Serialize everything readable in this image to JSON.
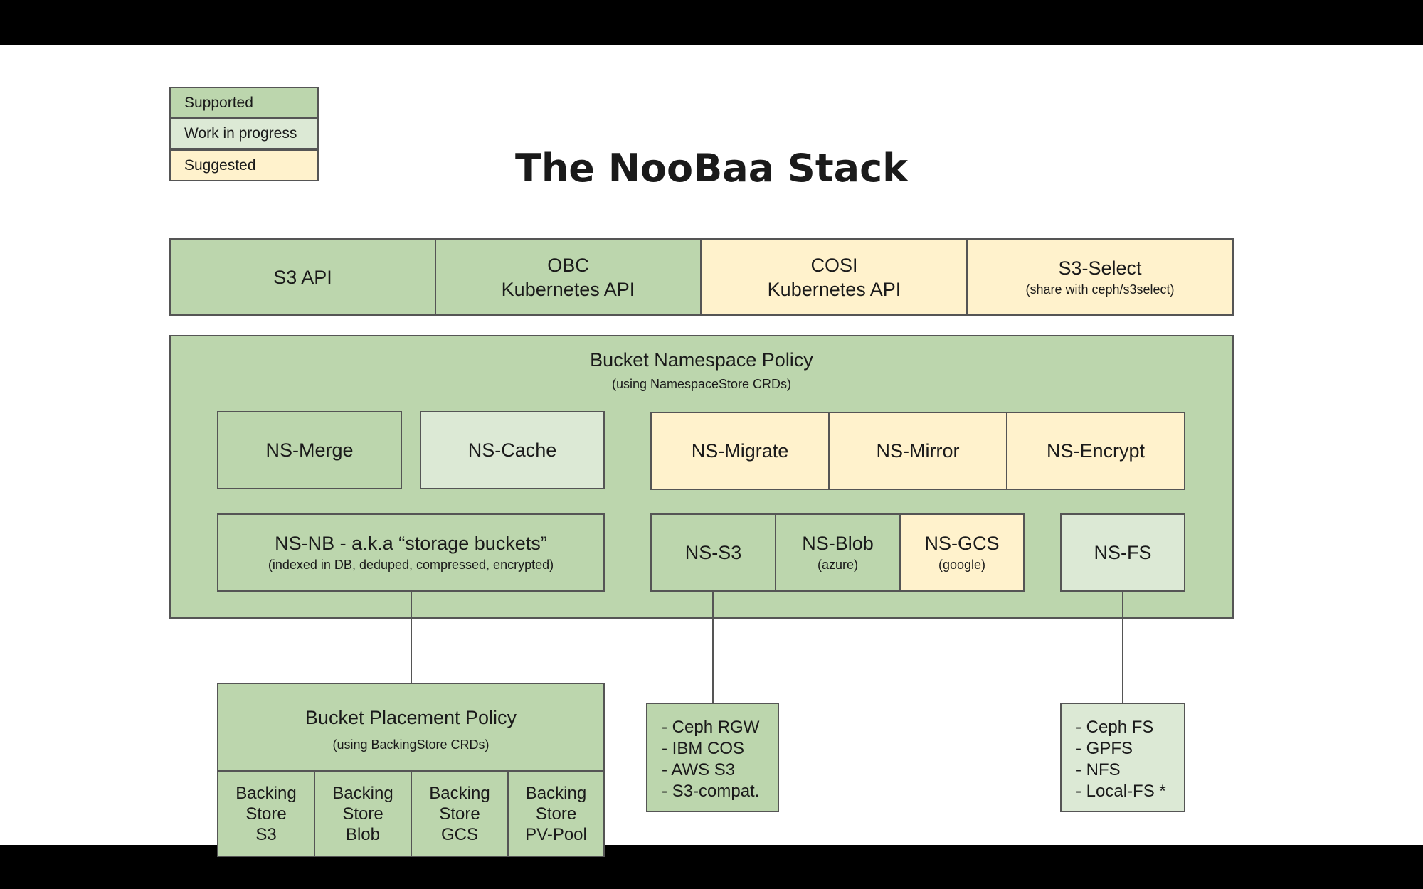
{
  "title": "The NooBaa Stack",
  "legend": [
    {
      "label": "Supported",
      "color": "#bcd6ad"
    },
    {
      "label": "Work in progress",
      "color": "#dce9d5"
    },
    {
      "label": "Suggested",
      "color": "#fff2cc"
    }
  ],
  "apis": {
    "s3": "S3 API",
    "obc": [
      "OBC",
      "Kubernetes API"
    ],
    "cosi": [
      "COSI",
      "Kubernetes API"
    ],
    "s3select": {
      "title": "S3-Select",
      "note": "(share with ceph/s3select)"
    }
  },
  "namespace_policy": {
    "title": "Bucket Namespace Policy",
    "note": "(using NamespaceStore CRDs)",
    "ns_merge": "NS-Merge",
    "ns_cache": "NS-Cache",
    "ns_migrate": "NS-Migrate",
    "ns_mirror": "NS-Mirror",
    "ns_encrypt": "NS-Encrypt",
    "ns_nb": {
      "title": "NS-NB - a.k.a “storage buckets”",
      "note": "(indexed in DB, deduped, compressed, encrypted)"
    },
    "ns_s3": "NS-S3",
    "ns_blob": {
      "title": "NS-Blob",
      "note": "(azure)"
    },
    "ns_gcs": {
      "title": "NS-GCS",
      "note": "(google)"
    },
    "ns_fs": "NS-FS"
  },
  "placement_policy": {
    "title": "Bucket Placement Policy",
    "note": "(using BackingStore CRDs)",
    "stores": [
      [
        "Backing",
        "Store",
        "S3"
      ],
      [
        "Backing",
        "Store",
        "Blob"
      ],
      [
        "Backing",
        "Store",
        "GCS"
      ],
      [
        "Backing",
        "Store",
        "PV-Pool"
      ]
    ]
  },
  "s3_targets": [
    "- Ceph RGW",
    "- IBM COS",
    "- AWS S3",
    "- S3-compat."
  ],
  "fs_targets": [
    "- Ceph FS",
    "- GPFS",
    "- NFS",
    "- Local-FS *"
  ]
}
